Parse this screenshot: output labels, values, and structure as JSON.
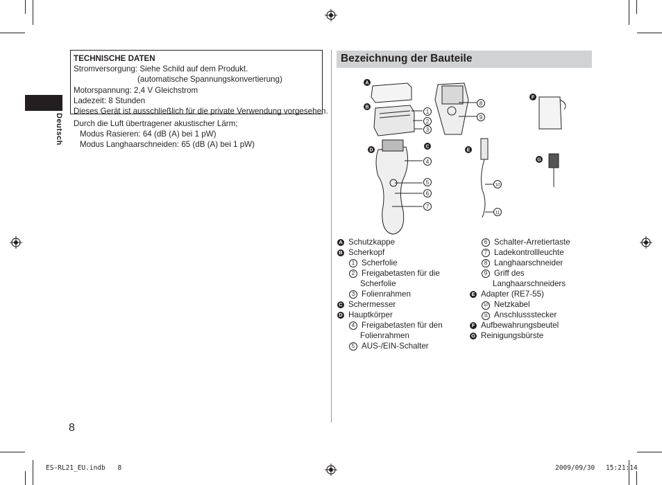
{
  "side_label": "Deutsch",
  "specs": {
    "title": "TECHNISCHE DATEN",
    "lines": [
      "Stromversorgung: Siehe Schild auf dem Produkt.",
      "(automatische Spannungskonvertierung)",
      "Motorspannung: 2,4 V Gleichstrom",
      "Ladezeit: 8 Stunden",
      "Dieses Gerät ist ausschließlich für die private Verwendung vorgesehen."
    ]
  },
  "noise": {
    "intro": "Durch die Luft übertragener akustischer Lärm;",
    "lines": [
      "Modus Rasieren: 64 (dB (A) bei 1 pW)",
      "Modus Langhaarschneiden: 65 (dB (A) bei 1 pW)"
    ]
  },
  "parts": {
    "title": "Bezeichnung der Bauteile",
    "diagram_letters": [
      "A",
      "B",
      "C",
      "D",
      "E",
      "F",
      "G"
    ],
    "diagram_numbers": [
      "1",
      "2",
      "3",
      "4",
      "5",
      "6",
      "7",
      "8",
      "9",
      "10",
      "11"
    ],
    "left_column": [
      {
        "kind": "letter",
        "mark": "A",
        "text": "Schutzkappe"
      },
      {
        "kind": "letter",
        "mark": "B",
        "text": "Scherkopf"
      },
      {
        "kind": "number",
        "mark": "1",
        "text": "Scherfolie"
      },
      {
        "kind": "number",
        "mark": "2",
        "text": "Freigabetasten für die"
      },
      {
        "kind": "cont",
        "text": "Scherfolie"
      },
      {
        "kind": "number",
        "mark": "3",
        "text": "Folienrahmen"
      },
      {
        "kind": "letter",
        "mark": "C",
        "text": "Schermesser"
      },
      {
        "kind": "letter",
        "mark": "D",
        "text": "Hauptkörper"
      },
      {
        "kind": "number",
        "mark": "4",
        "text": "Freigabetasten für den"
      },
      {
        "kind": "cont",
        "text": "Folienrahmen"
      },
      {
        "kind": "number",
        "mark": "5",
        "text": "AUS-/EIN-Schalter"
      }
    ],
    "right_column": [
      {
        "kind": "number",
        "mark": "6",
        "text": "Schalter-Arretiertaste"
      },
      {
        "kind": "number",
        "mark": "7",
        "text": "Ladekontrollleuchte"
      },
      {
        "kind": "number",
        "mark": "8",
        "text": "Langhaarschneider"
      },
      {
        "kind": "number",
        "mark": "9",
        "text": "Griff des"
      },
      {
        "kind": "cont",
        "text": "Langhaarschneiders"
      },
      {
        "kind": "letter",
        "mark": "E",
        "text": "Adapter (RE7-55)"
      },
      {
        "kind": "number",
        "mark": "10",
        "text": "Netzkabel"
      },
      {
        "kind": "number",
        "mark": "11",
        "text": "Anschlussstecker"
      },
      {
        "kind": "letter",
        "mark": "F",
        "text": "Aufbewahrungsbeutel"
      },
      {
        "kind": "letter",
        "mark": "G",
        "text": "Reinigungsbürste"
      }
    ]
  },
  "page_number": "8",
  "footer": {
    "file": "ES-RL21_EU.indb",
    "file_page": "8",
    "date": "2009/09/30",
    "time": "15:21:14"
  }
}
